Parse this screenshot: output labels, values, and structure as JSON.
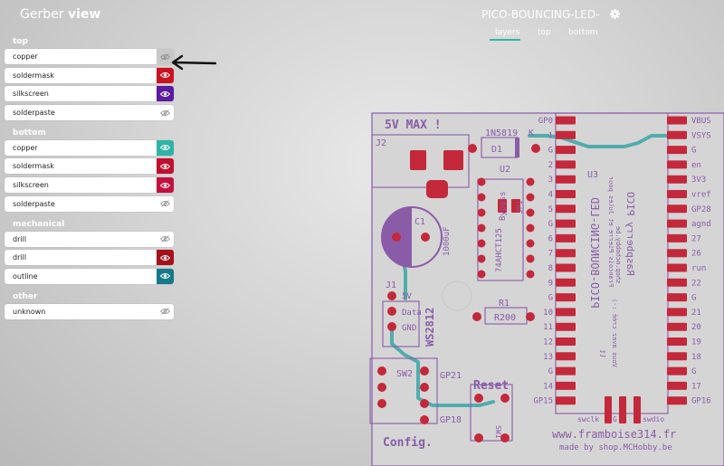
{
  "app": {
    "title_prefix": "Gerber",
    "title_bold": "view"
  },
  "sidebar": {
    "sections": [
      {
        "title": "top",
        "layers": [
          {
            "name": "copper",
            "visible": false,
            "color": "#c8c8c8"
          },
          {
            "name": "soldermask",
            "visible": true,
            "color": "#cc1220"
          },
          {
            "name": "silkscreen",
            "visible": true,
            "color": "#5b1aa0"
          },
          {
            "name": "solderpaste",
            "visible": false,
            "color": "#ffffff"
          }
        ]
      },
      {
        "title": "bottom",
        "layers": [
          {
            "name": "copper",
            "visible": true,
            "color": "#2eb3a6"
          },
          {
            "name": "soldermask",
            "visible": true,
            "color": "#c0102e"
          },
          {
            "name": "silkscreen",
            "visible": true,
            "color": "#c4103e"
          },
          {
            "name": "solderpaste",
            "visible": false,
            "color": "#ffffff"
          }
        ]
      },
      {
        "title": "mechanical",
        "layers": [
          {
            "name": "drill",
            "visible": false,
            "color": "#ffffff"
          },
          {
            "name": "drill",
            "visible": true,
            "color": "#a5101a"
          },
          {
            "name": "outline",
            "visible": true,
            "color": "#147a8a"
          }
        ]
      },
      {
        "title": "other",
        "layers": [
          {
            "name": "unknown",
            "visible": false,
            "color": "#ffffff"
          }
        ]
      }
    ]
  },
  "board": {
    "title": "PICO-BOUNCING-LED-",
    "tabs": [
      "layers",
      "top",
      "bottom"
    ],
    "active_tab": "layers",
    "silkscreen": {
      "power": "5V MAX !",
      "j2": "J2",
      "diode": "1N5819",
      "d1": "D1",
      "k": "K",
      "u2": "U2",
      "bypass": "Bypass",
      "jp1": "JP1",
      "chip": "74AHCT125",
      "c1": "C1",
      "cap": "1000uF",
      "j1": "J1",
      "j1_pins": [
        "5V",
        "Data",
        "GND"
      ],
      "ws": "WS2812",
      "r1": "R1",
      "r200": "R200",
      "sw2": "SW2",
      "gp21": "GP21",
      "gp18": "GP18",
      "reset": "Reset",
      "sw1": "SW1",
      "config": "Config.",
      "u3": "U3",
      "name_mirror": "PICO-BOUNCING-LED",
      "rpi": "Raspberry PICO",
      "credit": "Francois Pierre et Jules pour",
      "credit2": "shop.mchobby.be",
      "credit3": "Vous avez créé :-)",
      "credit4": "lt",
      "url": "www.framboise314.fr",
      "madeby": "made by shop.MCHobby.be",
      "debug": [
        "swclk",
        "G",
        "swdio"
      ],
      "left_pins": [
        "GP0",
        "1",
        "G",
        "2",
        "3",
        "4",
        "5",
        "G",
        "6",
        "7",
        "8",
        "9",
        "G",
        "10",
        "11",
        "12",
        "13",
        "G",
        "14",
        "GP15"
      ],
      "right_pins": [
        "VBUS",
        "VSYS",
        "G",
        "en",
        "3V3",
        "vref",
        "GP28",
        "agnd",
        "27",
        "26",
        "run",
        "22",
        "G",
        "21",
        "20",
        "19",
        "18",
        "G",
        "17",
        "GP16"
      ]
    }
  }
}
